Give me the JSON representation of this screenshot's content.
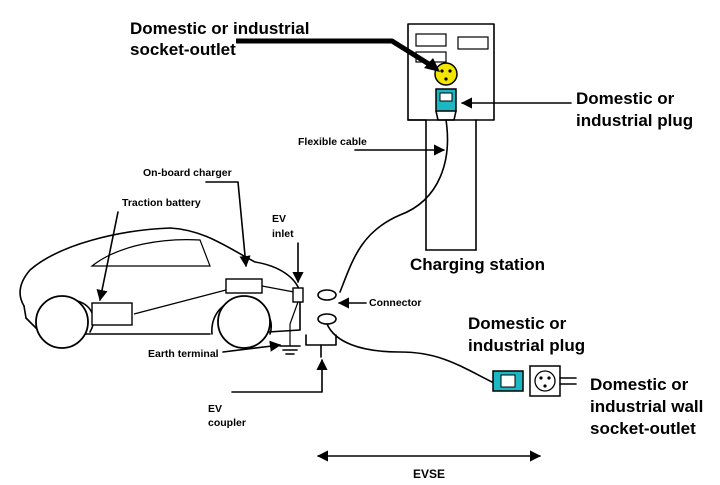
{
  "labels": {
    "socket_outlet_1": "Domestic or industrial",
    "socket_outlet_2": "socket-outlet",
    "plug_top_1": "Domestic or",
    "plug_top_2": "industrial plug",
    "flexible_cable": "Flexible cable",
    "onboard_charger": "On-board charger",
    "traction_battery": "Traction battery",
    "ev_inlet_1": "EV",
    "ev_inlet_2": "inlet",
    "charging_station": "Charging station",
    "connector": "Connector",
    "plug_mid_1": "Domestic or",
    "plug_mid_2": "industrial plug",
    "earth_terminal": "Earth terminal",
    "wall_socket_1": "Domestic or",
    "wall_socket_2": "industrial wall",
    "wall_socket_3": "socket-outlet",
    "ev_coupler_1": "EV",
    "ev_coupler_2": "coupler",
    "evse": "EVSE"
  },
  "colors": {
    "socket_yellow": "#f2e600",
    "plug_teal": "#1bb8c4",
    "line": "#000000"
  }
}
